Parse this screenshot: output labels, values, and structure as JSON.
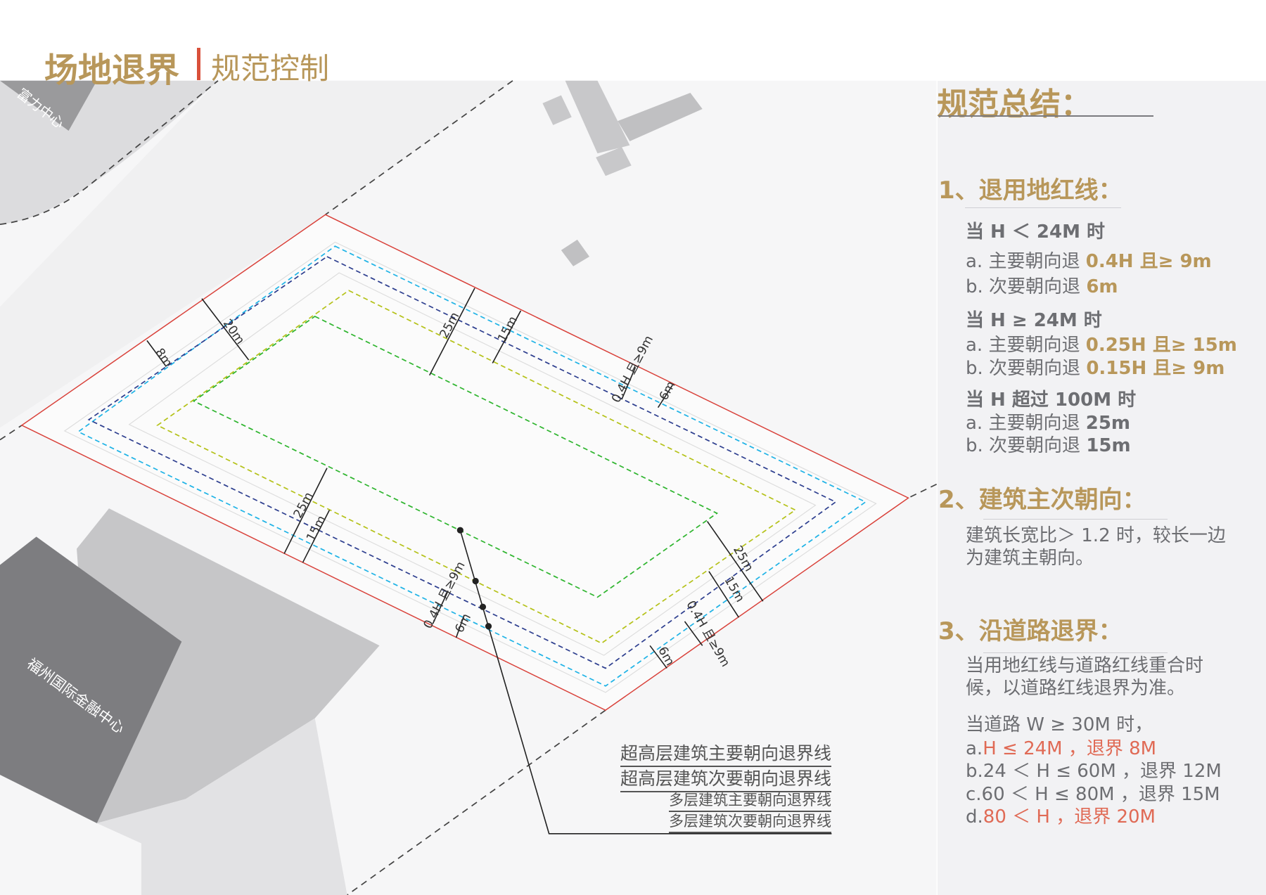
{
  "header": {
    "title": "场地退界",
    "subtitle": "规范控制"
  },
  "map_labels": {
    "top_left_building": "富力中心",
    "bottom_left_building": "福州国际金融中心"
  },
  "dimensions": {
    "d8m": "8m",
    "d20m": "20m",
    "d25m_a": "25m",
    "d15m_a": "15m",
    "d04h_a": "0.4H 且≥9m",
    "d6m_a": "6m",
    "d25m_b": "25m",
    "d15m_b": "15m",
    "d04h_b": "0.4H 且≥9m",
    "d6m_b": "6m",
    "d25m_c": "25m",
    "d15m_c": "15m",
    "d04h_c": "0.4H 且≥9m",
    "d6m_c": "6m"
  },
  "legend": [
    "超高层建筑主要朝向退界线",
    "超高层建筑次要朝向退界线",
    "多层建筑主要朝向退界线",
    "多层建筑次要朝向退界线"
  ],
  "summary": {
    "heading": "规范总结：",
    "s1": {
      "title": "1、退用地红线：",
      "c1": "当 H ＜ 24M 时",
      "c1a": {
        "prefix": "a. 主要朝向退 ",
        "value": "0.4H 且≥ 9m"
      },
      "c1b": {
        "prefix": "b. 次要朝向退 ",
        "value": "6m"
      },
      "c2": "当 H ≥ 24M 时",
      "c2a": {
        "prefix": "a. 主要朝向退 ",
        "value": "0.25H 且≥ 15m"
      },
      "c2b": {
        "prefix": "b. 次要朝向退 ",
        "value": "0.15H 且≥ 9m"
      },
      "c3": "当 H 超过 100M 时",
      "c3a": {
        "prefix": "a. 主要朝向退 ",
        "value": "25m"
      },
      "c3b": {
        "prefix": "b. 次要朝向退 ",
        "value": "15m"
      }
    },
    "s2": {
      "title": "2、建筑主次朝向：",
      "line1": "建筑长宽比＞ 1.2 时，较长一边",
      "line2": "为建筑主朝向。"
    },
    "s3": {
      "title": "3、沿道路退界：",
      "line1": "当用地红线与道路红线重合时",
      "line2": "候，以道路红线退界为准。",
      "line3": "当道路 W ≥ 30M 时，",
      "a": {
        "prefix": "a.",
        "value": "H ≤ 24M ，退界 8M"
      },
      "b": "b.24 ＜ H ≤ 60M ，退界 12M",
      "c": "c.60 ＜ H ≤ 80M ，退界 15M",
      "d": {
        "prefix": "d.",
        "value": "80 ＜ H ，退界 20M"
      }
    }
  },
  "colors": {
    "gold": "#b8975a",
    "red": "#e06a55",
    "red_line": "#d9413a",
    "cyan": "#1fb3e6",
    "navy": "#2e3f8f",
    "yellow_green": "#b5c21a",
    "green": "#2fb52f"
  }
}
